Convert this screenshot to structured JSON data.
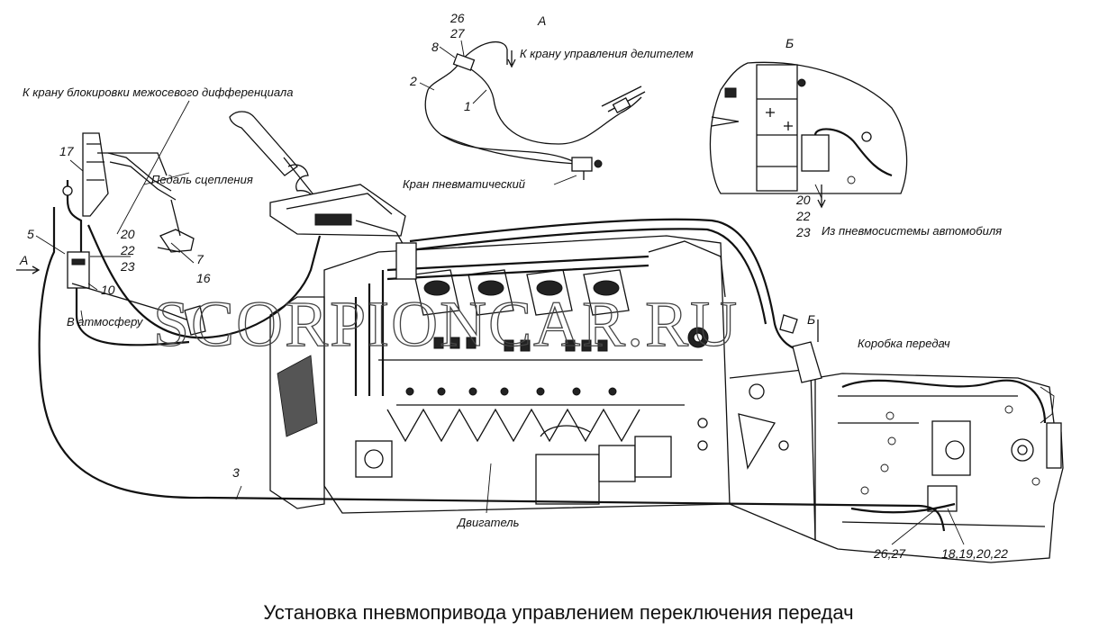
{
  "caption": "Установка пневмопривода управлением переключения передач",
  "watermark": "SCORPIONCAR.RU",
  "views": {
    "a": "А",
    "b": "Б"
  },
  "labels": {
    "to_divider_valve": "К крану управления делителем",
    "to_diff_lock_valve": "К крану блокировки межосевого дифференциала",
    "clutch_pedal": "Педаль сцепления",
    "pneumatic_valve": "Кран пневматический",
    "from_air_system": "Из пневмосистемы автомобиля",
    "to_atmosphere": "В атмосферу",
    "gearbox": "Коробка передач",
    "engine": "Двигатель"
  },
  "callouts": {
    "c26": "26",
    "c27": "27",
    "c8": "8",
    "c2": "2",
    "c1": "1",
    "c17": "17",
    "c5": "5",
    "c20": "20",
    "c22": "22",
    "c23": "23",
    "c10": "10",
    "c7": "7",
    "c16": "16",
    "c3": "3",
    "b20": "20",
    "b22": "22",
    "b23": "23",
    "c2627": "26,27",
    "c18192022": "18,19,20,22"
  }
}
